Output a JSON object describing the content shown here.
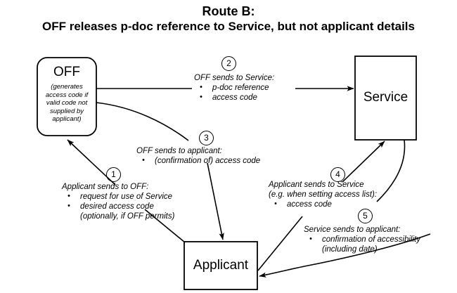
{
  "title": {
    "line1": "Route B:",
    "line2": "OFF releases p-doc reference to Service, but not applicant details"
  },
  "nodes": {
    "off": {
      "label": "OFF",
      "sub_lines": [
        "(generates",
        "access code if",
        "valid code not",
        "supplied by",
        "applicant)"
      ]
    },
    "service": {
      "label": "Service"
    },
    "applicant": {
      "label": "Applicant"
    }
  },
  "steps": [
    {
      "num": "1",
      "head": "Applicant sends to OFF:",
      "bullets": [
        {
          "text": "request for use of Service",
          "cont": ""
        },
        {
          "text": "desired access code",
          "cont": "(optionally, if OFF permits)"
        }
      ]
    },
    {
      "num": "2",
      "head": "OFF sends to Service:",
      "bullets": [
        {
          "text": "p-doc reference",
          "cont": ""
        },
        {
          "text": "access code",
          "cont": ""
        }
      ]
    },
    {
      "num": "3",
      "head": "OFF sends to applicant:",
      "bullets": [
        {
          "text": "(confirmation of) access code",
          "cont": ""
        }
      ]
    },
    {
      "num": "4",
      "head": "Applicant sends to Service",
      "head2": "(e.g. when setting access list):",
      "bullets": [
        {
          "text": "access code",
          "cont": ""
        }
      ]
    },
    {
      "num": "5",
      "head": "Service sends to applicant:",
      "bullets": [
        {
          "text": "confirmation of accessibility",
          "cont": "(including date)"
        }
      ]
    }
  ],
  "colors": {
    "stroke": "#000000",
    "background": "#ffffff"
  }
}
